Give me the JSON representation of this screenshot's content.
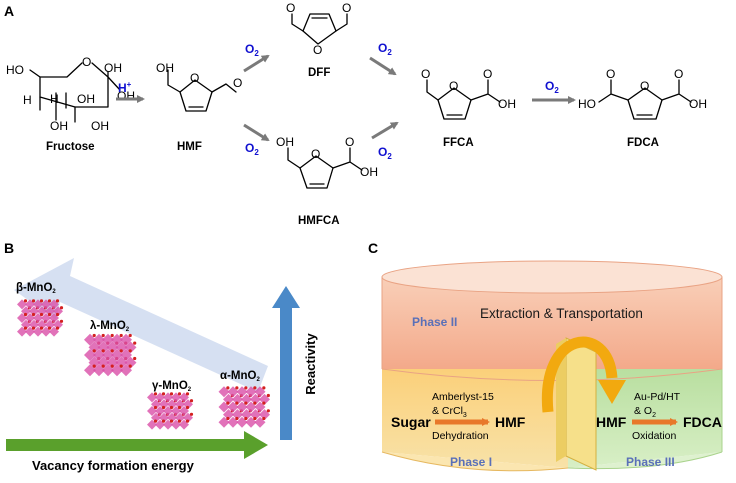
{
  "panels": {
    "a": "A",
    "b": "B",
    "c": "C"
  },
  "panel_a": {
    "labels": {
      "fructose": "Fructose",
      "hmf": "HMF",
      "dff": "DFF",
      "hmfca": "HMFCA",
      "ffca": "FFCA",
      "fdca": "FDCA"
    },
    "reagents": {
      "acid": "H",
      "acid_sup": "+",
      "o2_main": "O",
      "o2_sub": "2"
    },
    "atoms": {
      "oh": "OH",
      "ho": "HO",
      "h": "H",
      "o": "O"
    }
  },
  "panel_b": {
    "phases": [
      {
        "main": "β-MnO",
        "sub": "2"
      },
      {
        "main": "λ-MnO",
        "sub": "2"
      },
      {
        "main": "γ-MnO",
        "sub": "2"
      },
      {
        "main": "α-MnO",
        "sub": "2"
      }
    ],
    "x_axis_label": "Vacancy formation energy",
    "y_axis_label": "Reactivity",
    "colors": {
      "band": "#c9d6ee",
      "arrow_x": "#5aa02c",
      "arrow_y": "#4a89c8",
      "crystal": "#d94fa8",
      "atom": "#d42020"
    }
  },
  "panel_c": {
    "phase_ii": "Phase II",
    "phase_i": "Phase I",
    "phase_iii": "Phase III",
    "extraction": "Extraction & Transportation",
    "sugar": "Sugar",
    "catalyst1_line1": "Amberlyst-15",
    "catalyst1_line2_main": "& CrCl",
    "catalyst1_line2_sub": "3",
    "dehydration": "Dehydration",
    "hmf_left": "HMF",
    "hmf_right": "HMF",
    "catalyst2_line1": "Au-Pd/HT",
    "catalyst2_line2_main": "& O",
    "catalyst2_line2_sub": "2",
    "oxidation": "Oxidation",
    "fdca": "FDCA",
    "colors": {
      "top": "#f6c0a6",
      "left": "#fbd486",
      "right": "#c9e7b6",
      "arrow": "#f0a020",
      "reaction_arrow": "#e8782a"
    }
  }
}
